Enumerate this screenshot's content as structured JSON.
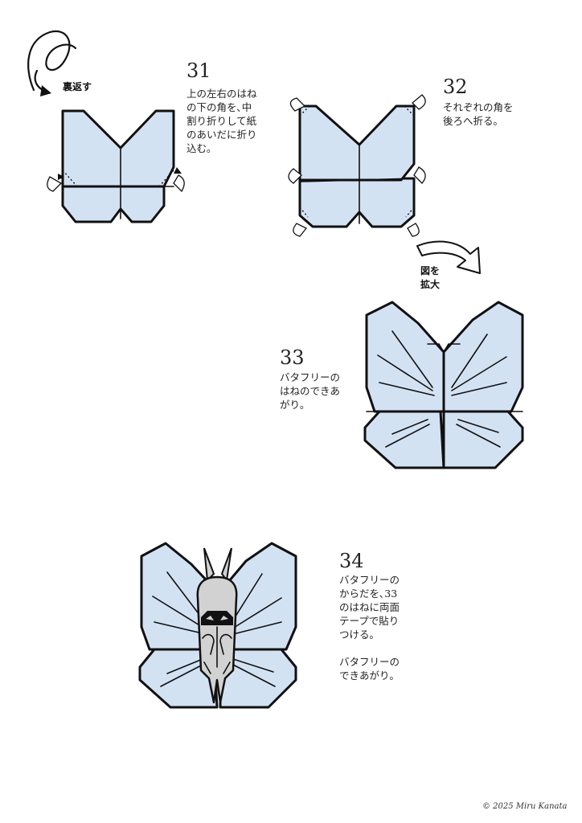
{
  "steps": [
    {
      "number": "31",
      "text": "上の左右のはね\nの下の角を､中\n割り折りして紙\nのあいだに折り\n込む｡"
    },
    {
      "number": "32",
      "text": "それぞれの角を\n後ろへ折る｡"
    },
    {
      "number": "33",
      "text": "バタフリーの\nはねのできあ\nがり｡"
    },
    {
      "number": "34",
      "text": "バタフリーの\nからだを､33\nのはねに両面\nテープで貼り\nつける｡\n\nバタフリーの\nできあがり｡"
    }
  ],
  "labels": {
    "flip_over": "裏返す",
    "enlarge_line1": "図を",
    "enlarge_line2": "拡大"
  },
  "credit": "© 2025 Miru Kanata",
  "colors": {
    "paper": "#d3e2f3",
    "outline": "#111111",
    "body": "#d2d2d2"
  }
}
